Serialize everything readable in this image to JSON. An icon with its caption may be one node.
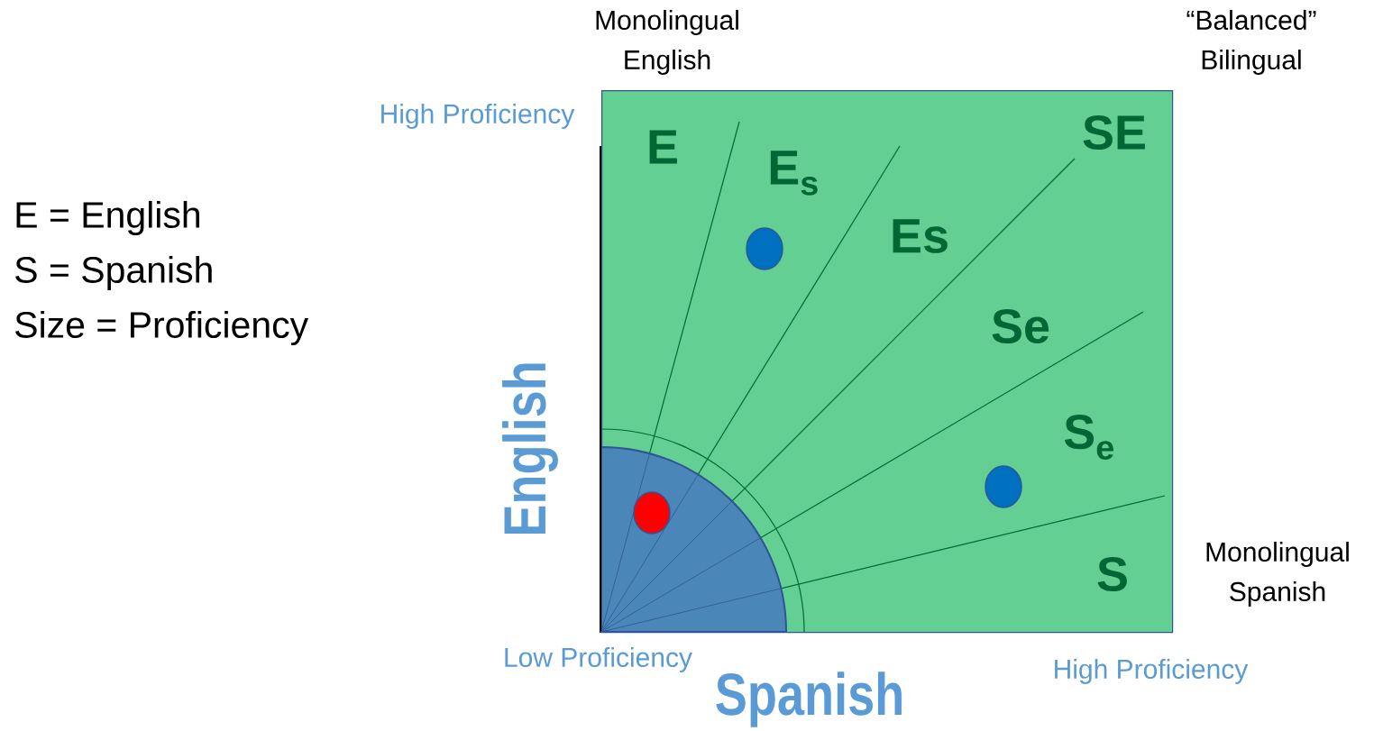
{
  "diagram": {
    "nodes": [
      {
        "text": [
          "E",
          "E$_{s}$",
          "SE",
          "Es",
          "Se",
          "S$_{e}$",
          "S"
        ]
      }
    ],
    "labels": [
      "Monolingual English",
      "“Balanced” Bilingual",
      "High Proficiency",
      "E = English",
      "S = Spanish",
      "Size = Proficiency",
      "English",
      "Monolingual Spanish",
      "Low Proficiency",
      "High Proficiency",
      "Spanish"
    ]
  }
}
